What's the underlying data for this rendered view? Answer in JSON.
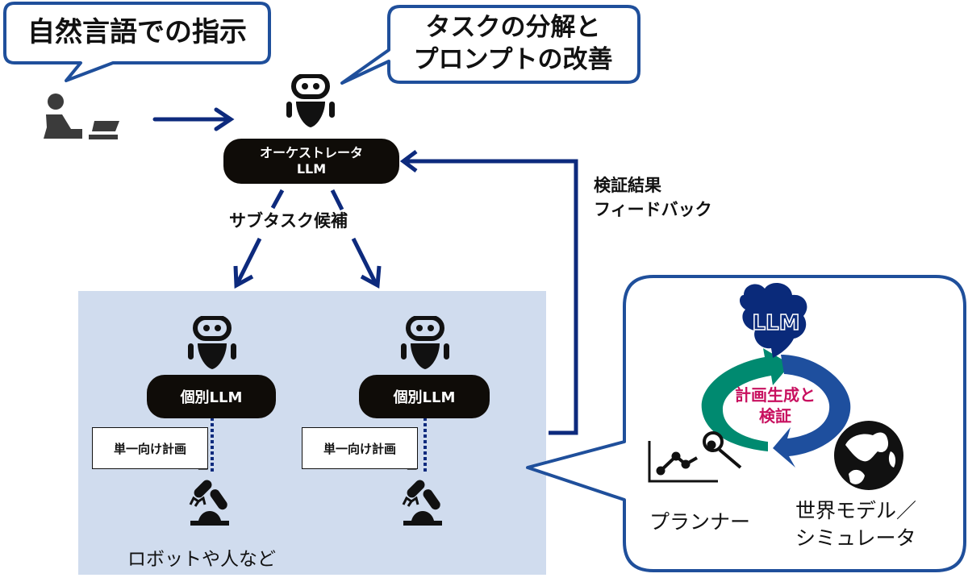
{
  "colors": {
    "navy": "#0d2a7d",
    "bubble_border": "#1f4f9b",
    "panel_bg": "#d0dcee",
    "pill_bg": "#0f0c08",
    "teal": "#008a70",
    "blue_arc": "#1e4f9e",
    "magenta": "#c8105f",
    "cloud": "#0a2a7a"
  },
  "user": {
    "speech": "自然言語での指示",
    "icon": "person-at-laptop-icon"
  },
  "orchestrator": {
    "speech_line1": "タスクの分解と",
    "speech_line2": "プロンプトの改善",
    "pill_line1": "オーケストレータ",
    "pill_line2": "LLM",
    "icon": "robot-icon"
  },
  "subtask_label": "サブタスク候補",
  "feedback_label_line1": "検証結果",
  "feedback_label_line2": "フィードバック",
  "agents": [
    {
      "pill": "個別LLM",
      "plan": "単一向け計画",
      "icon": "robot-arm-icon"
    },
    {
      "pill": "個別LLM",
      "plan": "単一向け計画",
      "icon": "robot-arm-icon"
    }
  ],
  "agents_footer": "ロボットや人など",
  "verifier": {
    "cloud_label": "LLM",
    "cycle_line1": "計画生成と",
    "cycle_line2": "検証",
    "planner_label": "プランナー",
    "world_model_line1": "世界モデル／",
    "world_model_line2": "シミュレータ"
  }
}
